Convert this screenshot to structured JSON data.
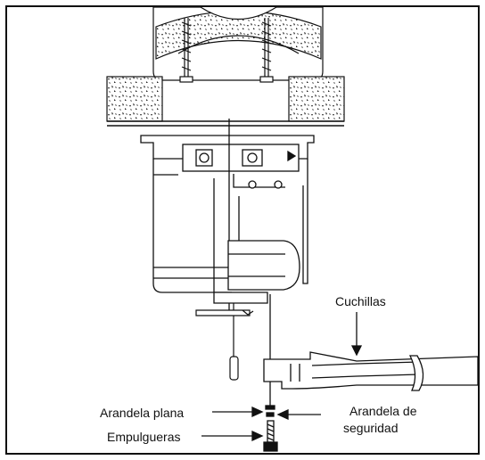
{
  "labels": {
    "cuchillas": "Cuchillas",
    "arandela_plana": "Arandela plana",
    "empulgueras": "Empulgueras",
    "arandela_seguridad_line1": "Arandela de",
    "arandela_seguridad_line2": "seguridad"
  },
  "colors": {
    "line": "#111111",
    "background": "#ffffff",
    "insulation_dots": "#222222"
  }
}
